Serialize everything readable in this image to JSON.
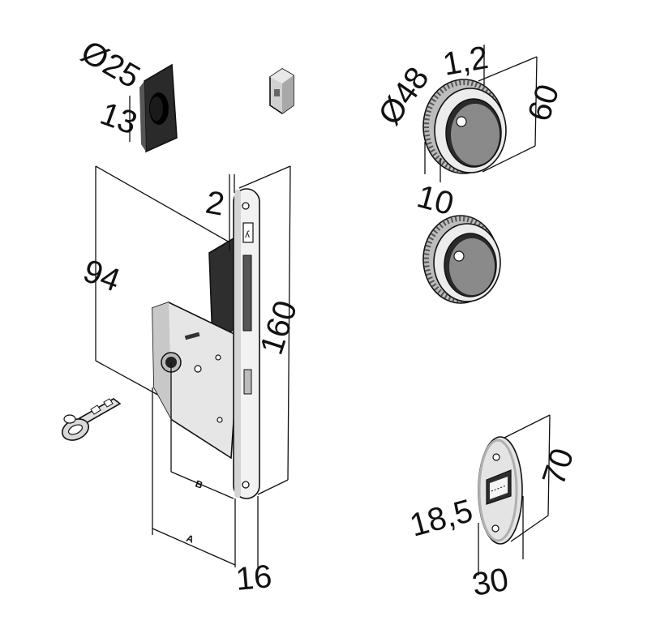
{
  "labels": {
    "latch_diameter": "Ø25",
    "latch_depth": "13",
    "faceplate_thickness": "2",
    "backset_height": "94",
    "faceplate_length": "160",
    "width_a": "A",
    "width_b": "B",
    "faceplate_width": "16",
    "flush_pull_diameter": "Ø48",
    "flush_pull_rim": "1,2",
    "flush_pull_outer": "60",
    "flush_pull_depth": "10",
    "strike_width_inner": "18,5",
    "strike_height": "70",
    "strike_width": "30"
  },
  "icons": {
    "latch_sleeve": "latch-sleeve-icon",
    "spindle_block": "spindle-block-icon",
    "lock_body": "mortise-lock-body-icon",
    "key": "key-icon",
    "flush_pull_top": "flush-pull-icon",
    "flush_pull_bottom": "flush-pull-icon",
    "strike_plate": "strike-plate-icon"
  }
}
